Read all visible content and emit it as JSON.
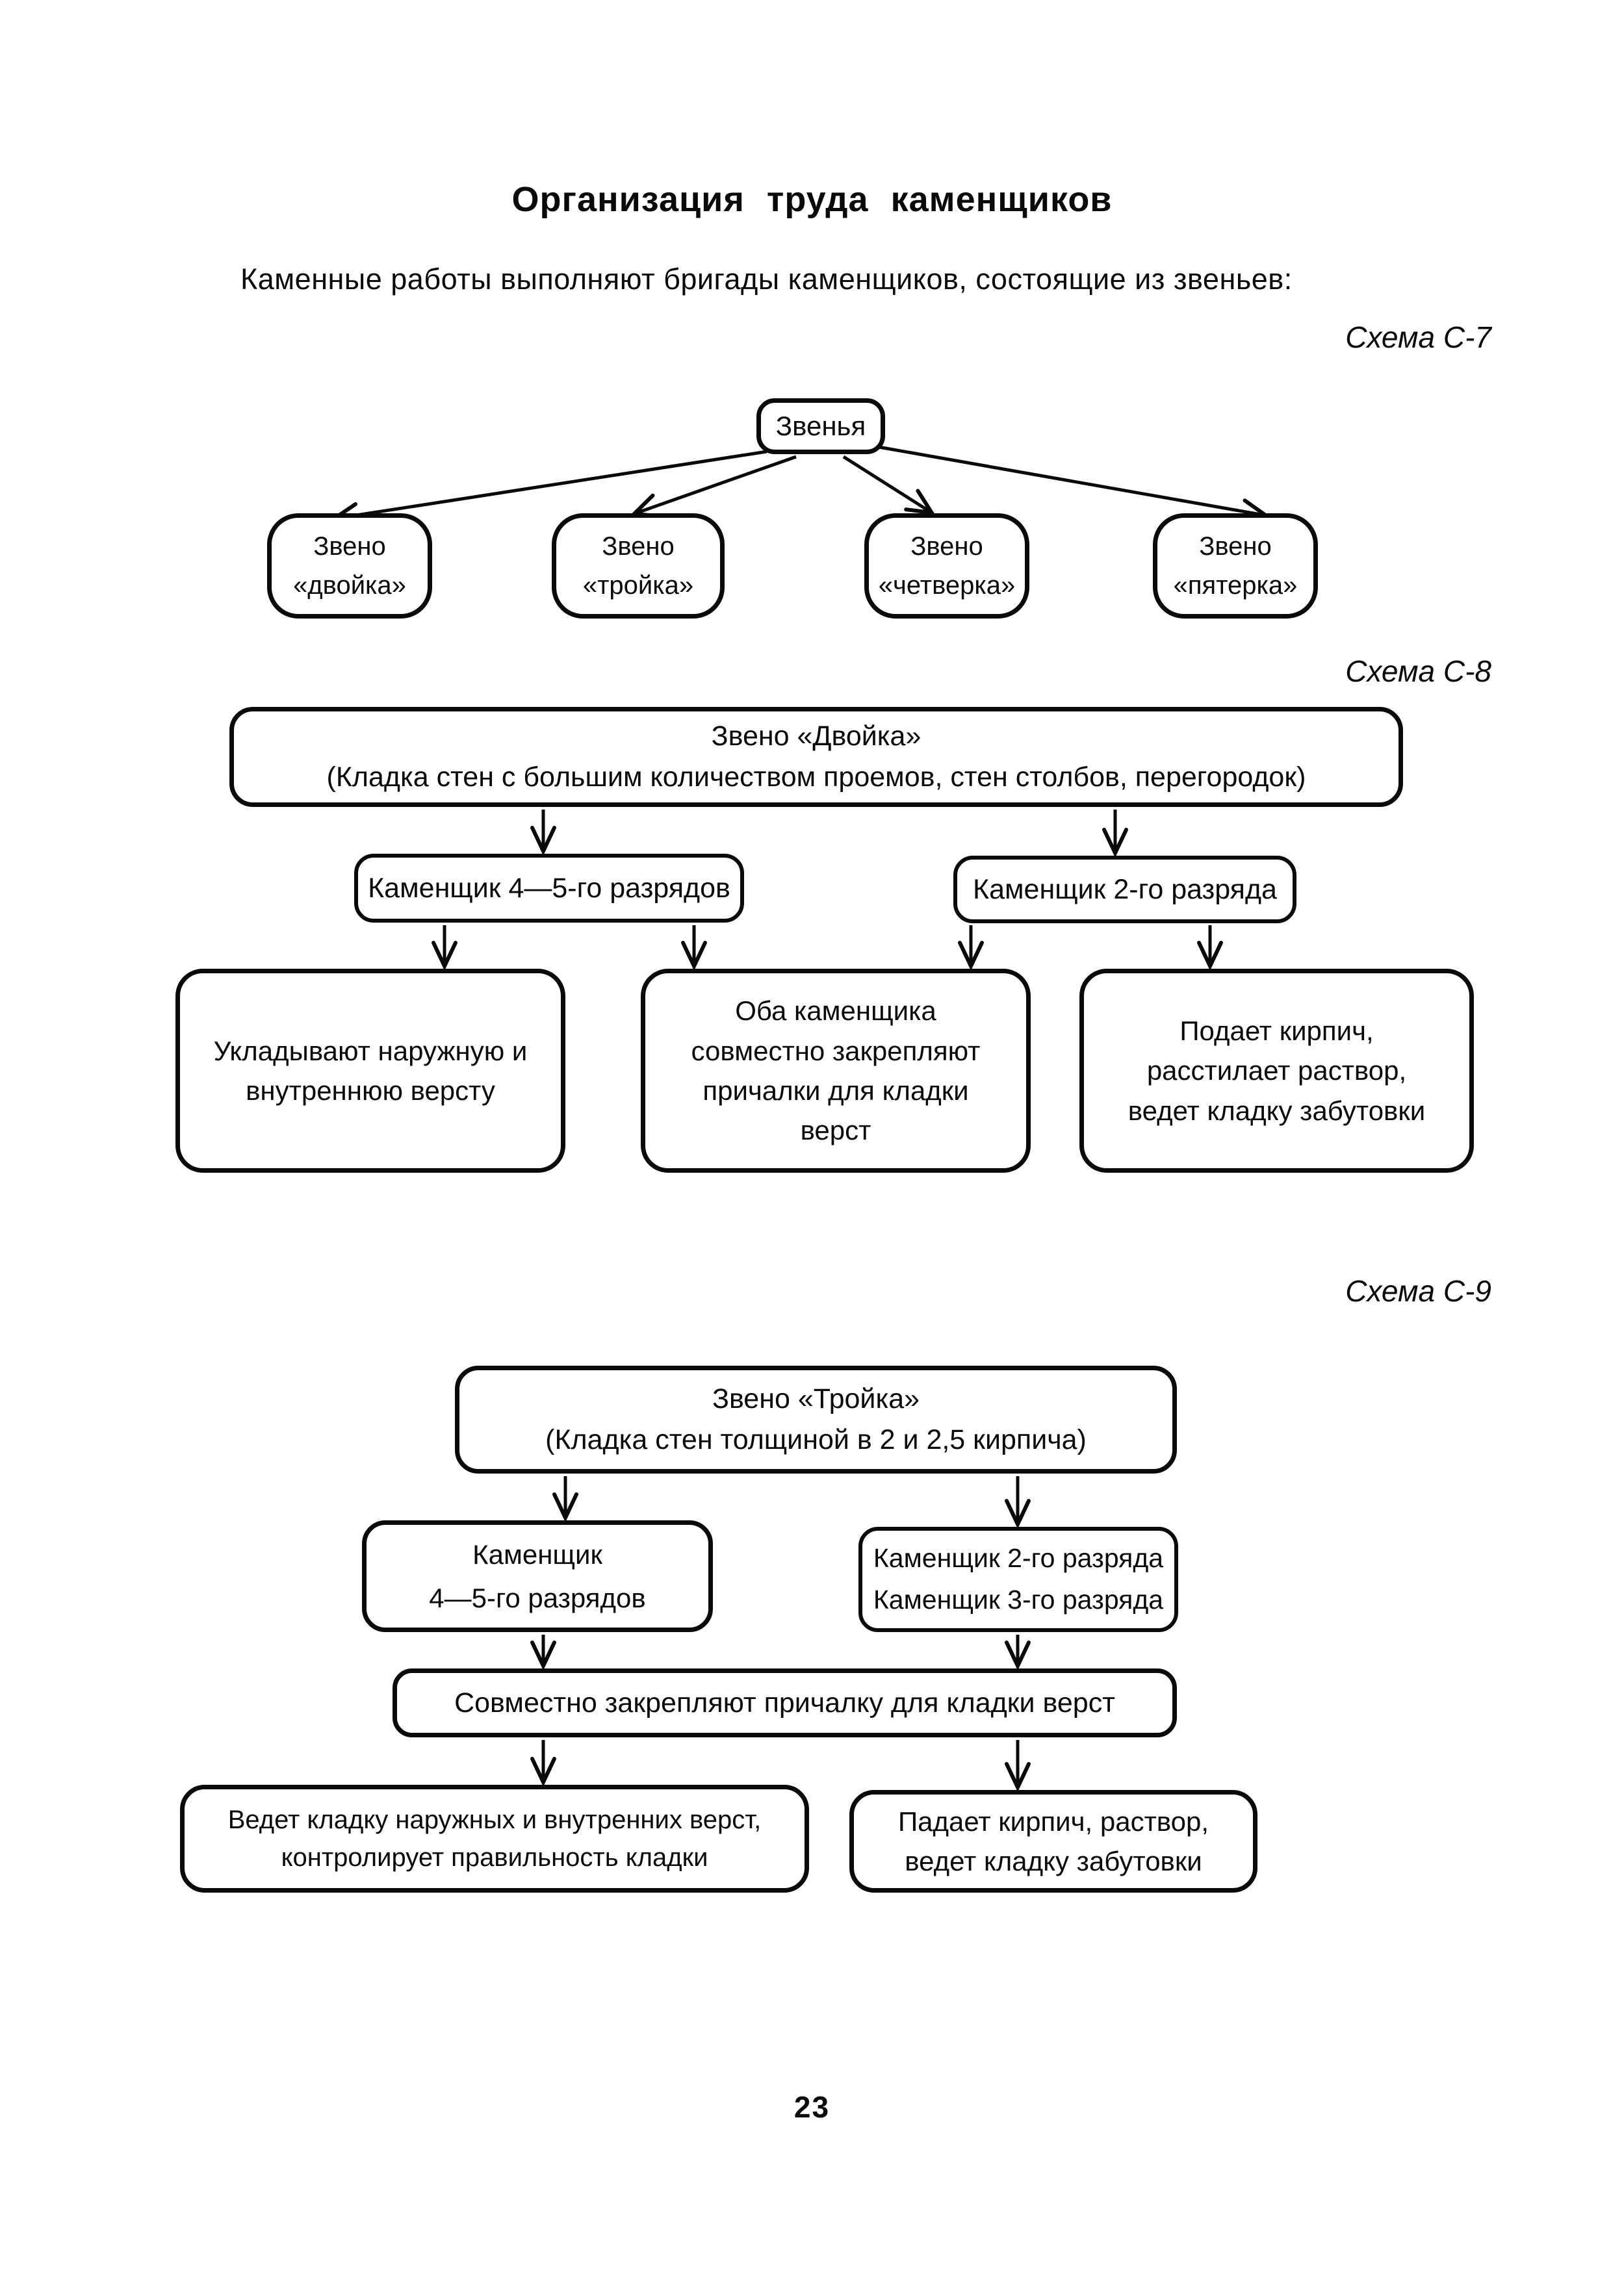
{
  "page": {
    "title": "Организация труда каменщиков",
    "intro": "Каменные работы выполняют бригады каменщиков, состоящие из звеньев:",
    "page_number": "23"
  },
  "scheme7": {
    "label": "Схема С-7",
    "root": "Звенья",
    "children": [
      [
        "Звено",
        "«двойка»"
      ],
      [
        "Звено",
        "«тройка»"
      ],
      [
        "Звено",
        "«четверка»"
      ],
      [
        "Звено",
        "«пятерка»"
      ]
    ]
  },
  "scheme8": {
    "label": "Схема С-8",
    "top": [
      "Звено «Двойка»",
      "(Кладка стен с большим количеством проемов, стен столбов, перегородок)"
    ],
    "mid_left": "Каменщик 4—5-го разрядов",
    "mid_right": "Каменщик 2-го разряда",
    "bottom_left": [
      "Укладывают наружную и",
      "внутреннюю версту"
    ],
    "bottom_center": [
      "Оба каменщика",
      "совместно закрепляют",
      "причалки для кладки",
      "верст"
    ],
    "bottom_right": [
      "Подает кирпич,",
      "расстилает раствор,",
      "ведет кладку забутовки"
    ]
  },
  "scheme9": {
    "label": "Схема С-9",
    "top": [
      "Звено «Тройка»",
      "(Кладка стен толщиной в 2 и 2,5 кирпича)"
    ],
    "mid_left": [
      "Каменщик",
      "4—5-го разрядов"
    ],
    "mid_right": [
      "Каменщик 2-го разряда",
      "Каменщик 3-го разряда"
    ],
    "merge": "Совместно закрепляют причалку для кладки верст",
    "bottom_left": [
      "Ведет кладку наружных и внутренних верст,",
      "контролирует правильность кладки"
    ],
    "bottom_right": [
      "Падает кирпич, раствор,",
      "ведет кладку забутовки"
    ]
  }
}
